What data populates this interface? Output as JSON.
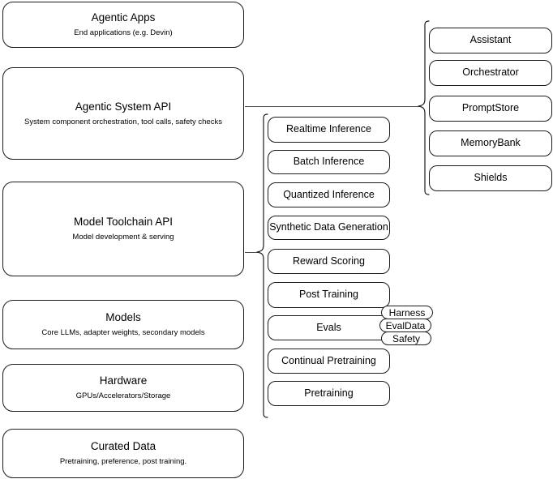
{
  "diagram": {
    "title": "Agentic Stack Layer Diagram",
    "colors": {
      "stroke": "#1b1b1b",
      "connector": "#4a4a4a",
      "background": "#ffffff",
      "text": "#000000"
    },
    "layers": [
      {
        "name": "agentic-apps",
        "title": "Agentic Apps",
        "subtitle": "End applications (e.g. Devin)"
      },
      {
        "name": "agentic-system-api",
        "title": "Agentic System API",
        "subtitle": "System component orchestration, tool calls, safety checks"
      },
      {
        "name": "model-toolchain-api",
        "title": "Model Toolchain API",
        "subtitle": "Model development & serving"
      },
      {
        "name": "models",
        "title": "Models",
        "subtitle": "Core LLMs, adapter weights, secondary models"
      },
      {
        "name": "hardware",
        "title": "Hardware",
        "subtitle": "GPUs/Accelerators/Storage"
      },
      {
        "name": "curated-data",
        "title": "Curated Data",
        "subtitle": "Pretraining, preference, post training."
      }
    ],
    "system_components": [
      {
        "name": "assistant",
        "label": "Assistant"
      },
      {
        "name": "orchestrator",
        "label": "Orchestrator"
      },
      {
        "name": "promptstore",
        "label": "PromptStore"
      },
      {
        "name": "memorybank",
        "label": "MemoryBank"
      },
      {
        "name": "shields",
        "label": "Shields"
      }
    ],
    "toolchain_components": [
      {
        "name": "realtime-inference",
        "label": "Realtime Inference"
      },
      {
        "name": "batch-inference",
        "label": "Batch Inference"
      },
      {
        "name": "quantized-inference",
        "label": "Quantized Inference"
      },
      {
        "name": "synthetic-data-generation",
        "label": "Synthetic Data Generation"
      },
      {
        "name": "reward-scoring",
        "label": "Reward Scoring"
      },
      {
        "name": "post-training",
        "label": "Post Training"
      },
      {
        "name": "evals",
        "label": "Evals"
      },
      {
        "name": "continual-pretraining",
        "label": "Continual Pretraining"
      },
      {
        "name": "pretraining",
        "label": "Pretraining"
      }
    ],
    "eval_pills": [
      {
        "name": "harness",
        "label": "Harness"
      },
      {
        "name": "evaldata",
        "label": "EvalData"
      },
      {
        "name": "safety",
        "label": "Safety"
      }
    ]
  }
}
